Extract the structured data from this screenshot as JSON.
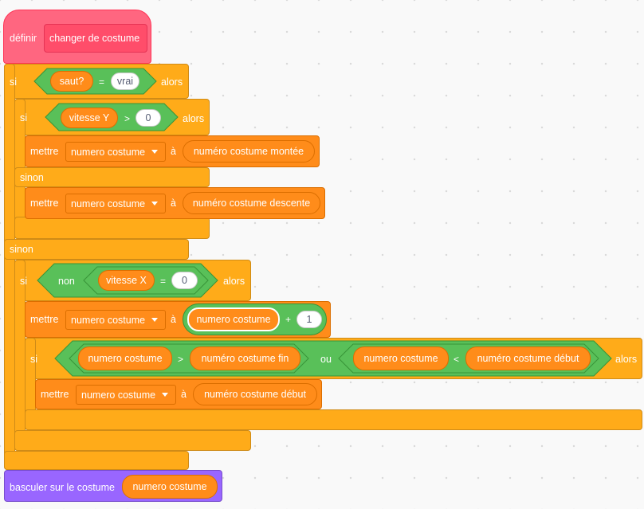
{
  "define": {
    "keyword": "définir",
    "name": "changer de costume"
  },
  "if1": {
    "si": "si",
    "var": "saut?",
    "op": "=",
    "value": "vrai",
    "alors": "alors",
    "sinon": "sinon",
    "if2": {
      "si": "si",
      "var": "vitesse Y",
      "op": ">",
      "value": "0",
      "alors": "alors",
      "sinon": "sinon",
      "set_up": {
        "mettre": "mettre",
        "var": "numero costume",
        "a": "à",
        "value": "numéro costume montée"
      },
      "set_down": {
        "mettre": "mettre",
        "var": "numero costume",
        "a": "à",
        "value": "numéro costume descente"
      }
    },
    "if3": {
      "si": "si",
      "non": "non",
      "var": "vitesse X",
      "op": "=",
      "value": "0",
      "alors": "alors",
      "set_inc": {
        "mettre": "mettre",
        "var": "numero costume",
        "a": "à",
        "value_var": "numero costume",
        "plus": "+",
        "num": "1"
      },
      "if4": {
        "si": "si",
        "left_var": "numero costume",
        "gt": ">",
        "left_cmp": "numéro costume fin",
        "ou": "ou",
        "right_var": "numero costume",
        "lt": "<",
        "right_cmp": "numéro costume début",
        "alors": "alors",
        "set_reset": {
          "mettre": "mettre",
          "var": "numero costume",
          "a": "à",
          "value": "numéro costume début"
        }
      }
    }
  },
  "switch": {
    "label": "basculer sur le costume",
    "value": "numero costume"
  },
  "colors": {
    "control": "#ffab19",
    "operators": "#59c059",
    "variables": "#ff8c1a",
    "myblocks": "#ff6680",
    "looks": "#9966ff"
  }
}
